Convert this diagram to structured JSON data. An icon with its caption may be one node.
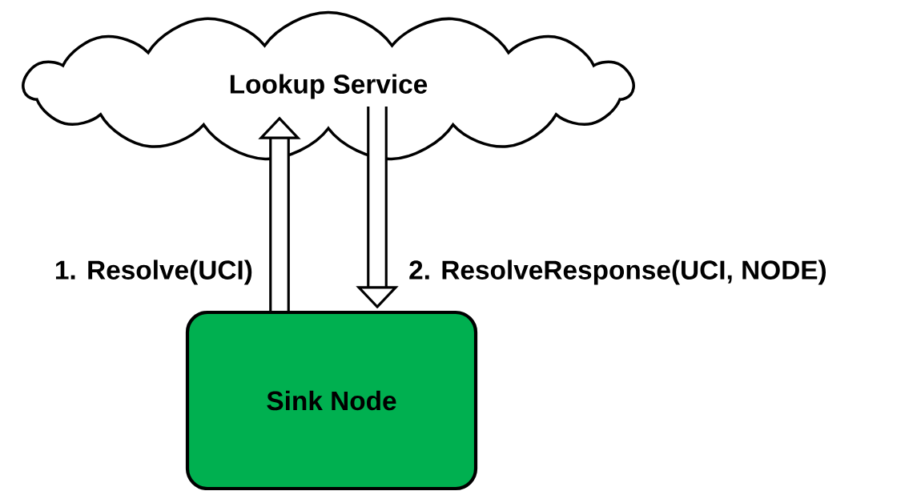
{
  "diagram": {
    "nodes": [
      {
        "text": [
          "Lookup Service"
        ]
      },
      {
        "text": [
          "Sink Node"
        ]
      }
    ],
    "edges": [
      {
        "from": 1,
        "to": 0,
        "arrow": "to",
        "label": "1. Resolve(UCI)"
      },
      {
        "from": 0,
        "to": 1,
        "arrow": "to",
        "label": "2. ResolveResponse(UCI, NODE)"
      }
    ]
  }
}
